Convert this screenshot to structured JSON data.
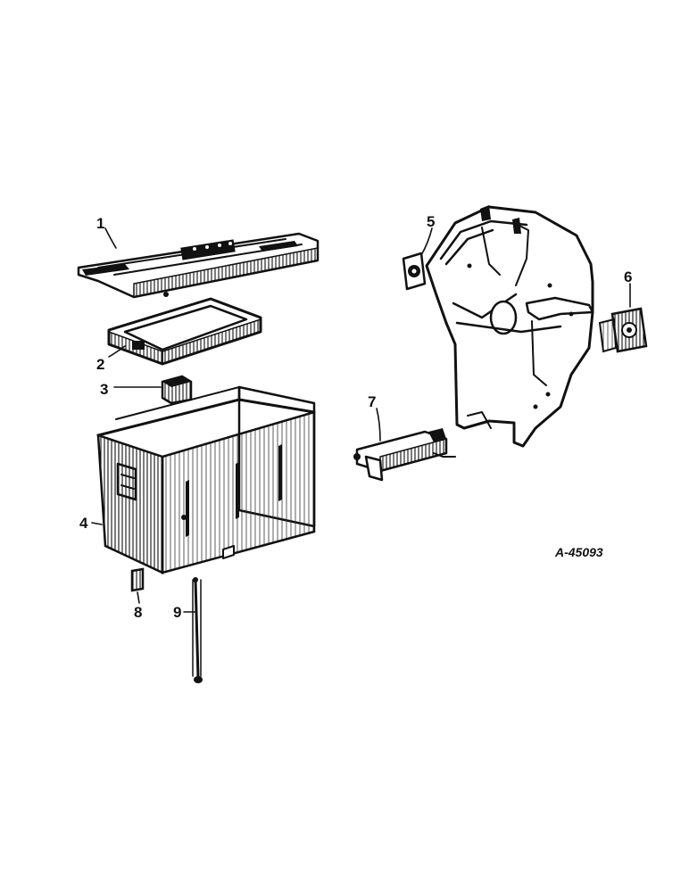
{
  "drawing_number": "A-45093",
  "callouts": [
    "1",
    "2",
    "3",
    "4",
    "5",
    "6",
    "7",
    "8",
    "9"
  ],
  "parts": [
    {
      "number": "1",
      "icon": "battery-tray-cover-icon"
    },
    {
      "number": "2",
      "icon": "hold-down-frame-icon"
    },
    {
      "number": "3",
      "icon": "clip-icon"
    },
    {
      "number": "4",
      "icon": "battery-box-icon"
    },
    {
      "number": "5",
      "icon": "plate-icon"
    },
    {
      "number": "6",
      "icon": "plate-icon"
    },
    {
      "number": "7",
      "icon": "bracket-icon"
    },
    {
      "number": "8",
      "icon": "nut-icon"
    },
    {
      "number": "9",
      "icon": "bolt-icon"
    }
  ]
}
